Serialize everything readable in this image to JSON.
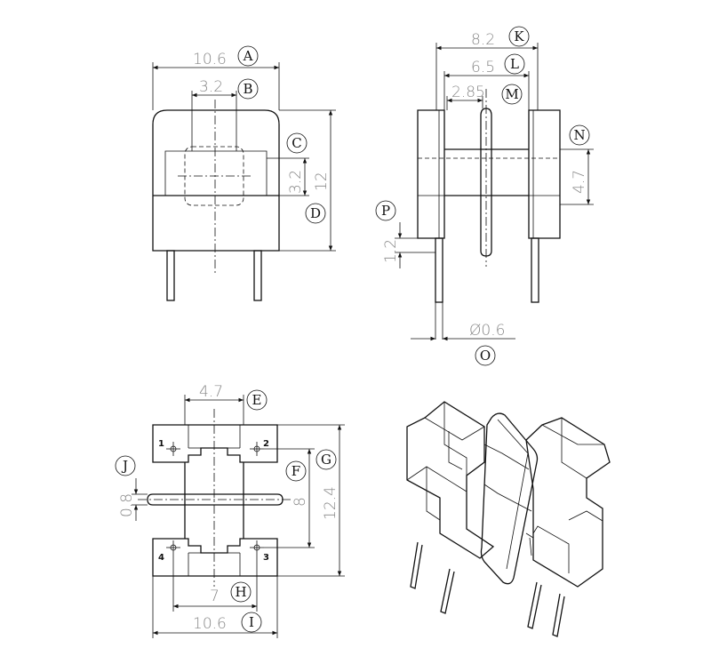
{
  "dimensions": {
    "front_width": "10.6",
    "front_slot_width": "3.2",
    "front_slot_height": "3.2",
    "front_height": "12",
    "side_overall": "8.2",
    "side_inner": "6.5",
    "side_flange_gap": "2.85",
    "side_height": "4.7",
    "side_pin_offset": "1.2",
    "pin_diameter": "Ø0.6",
    "top_slot": "4.7",
    "top_flange_thickness": "0.8",
    "top_pin_pitch_y": "8",
    "top_overall_height": "12.4",
    "top_pin_pitch_x": "7",
    "top_width": "10.6"
  },
  "labels": {
    "A": "A",
    "B": "B",
    "C": "C",
    "D": "D",
    "E": "E",
    "F": "F",
    "G": "G",
    "H": "H",
    "I": "I",
    "J": "J",
    "K": "K",
    "L": "L",
    "M": "M",
    "N": "N",
    "O": "O",
    "P": "P"
  },
  "pins": {
    "p1": "1",
    "p2": "2",
    "p3": "3",
    "p4": "4"
  }
}
